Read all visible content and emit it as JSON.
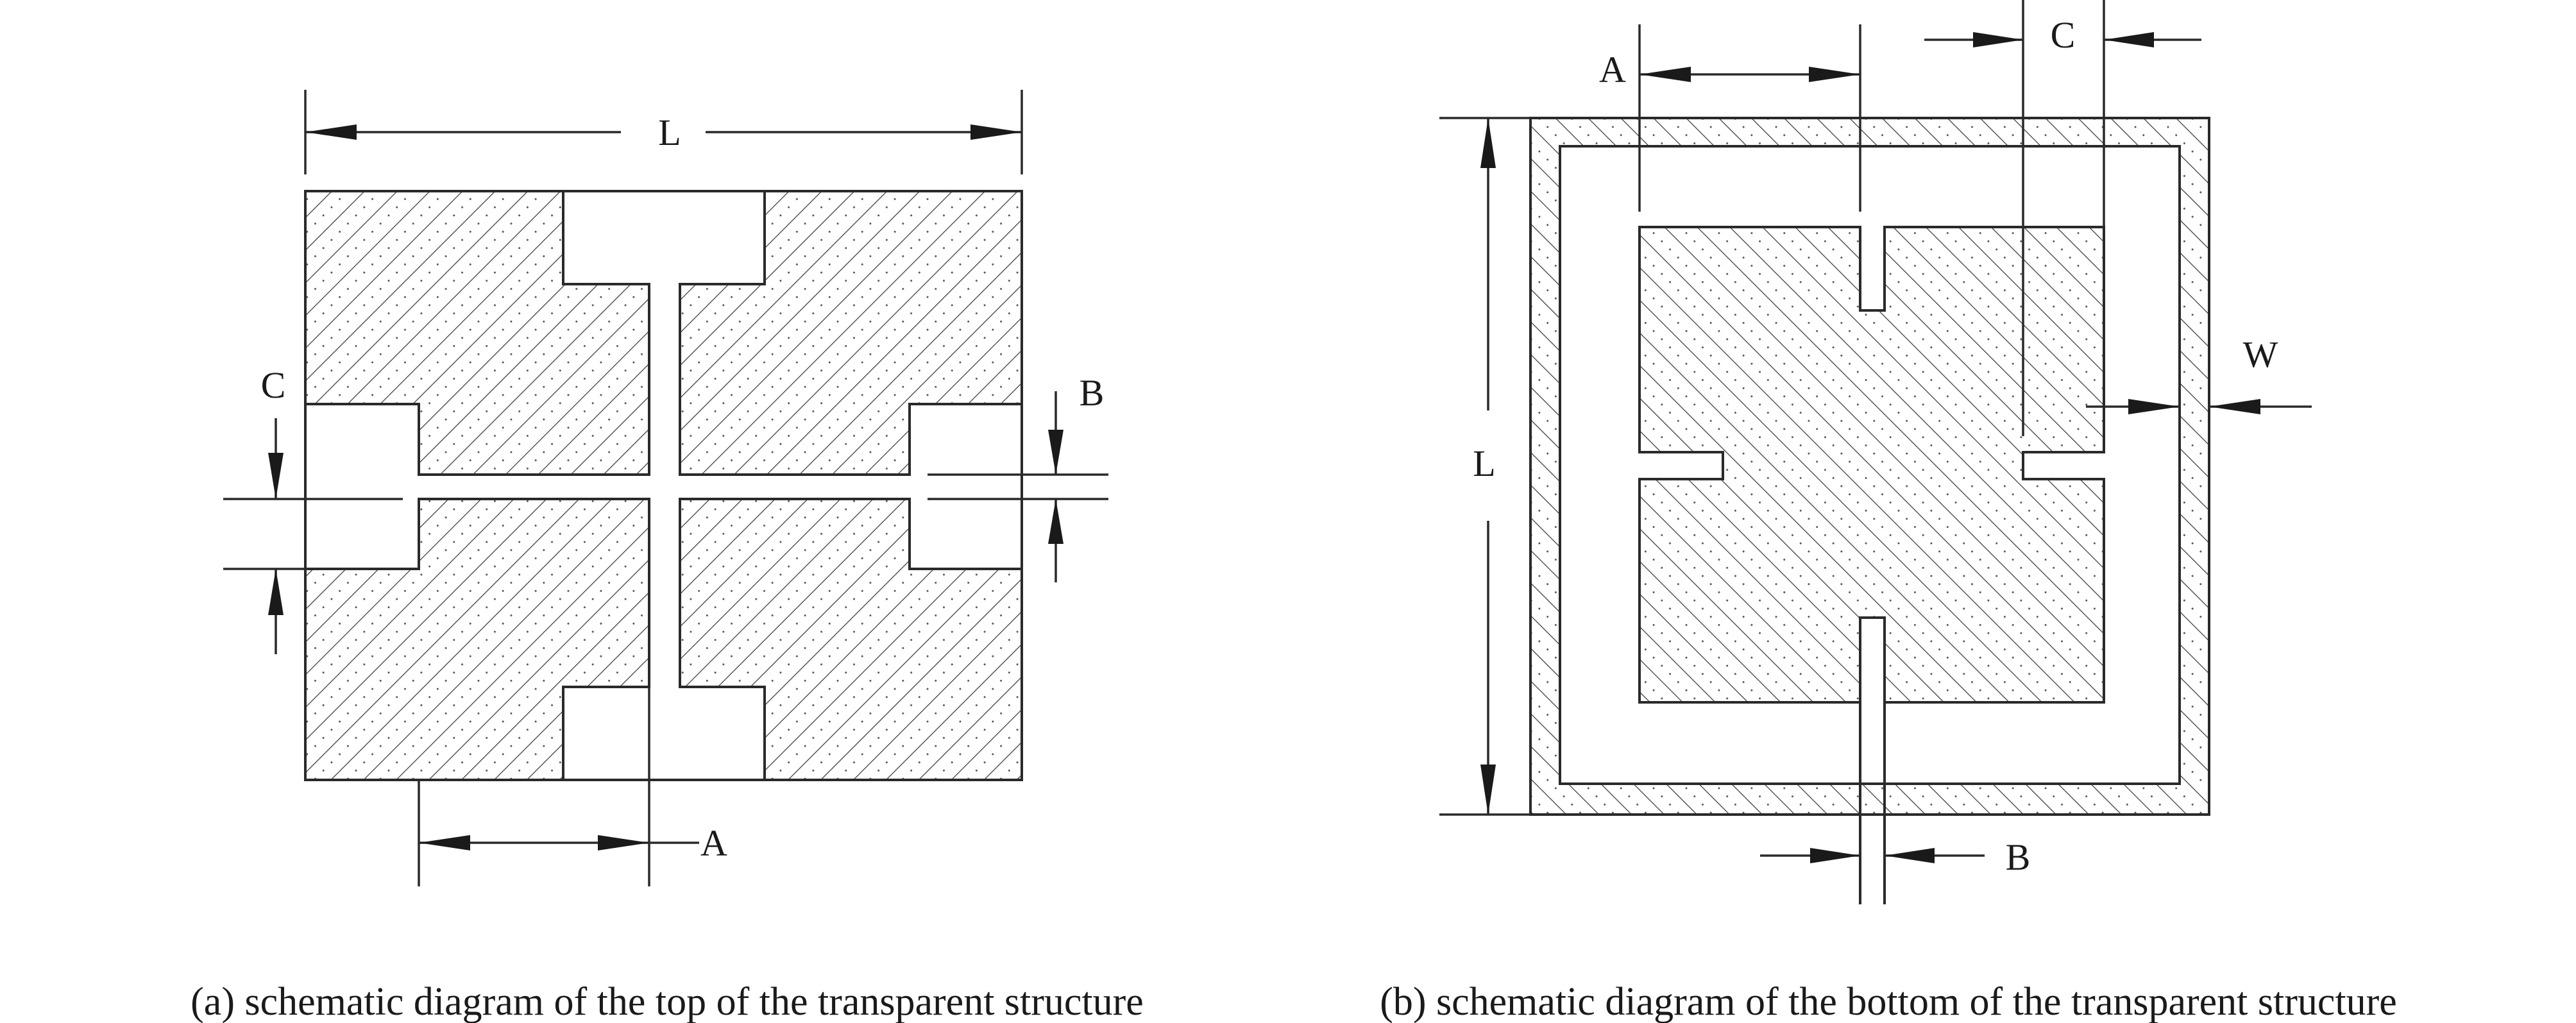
{
  "figure_a": {
    "caption": "(a) schematic diagram of the top of the transparent structure",
    "labels": {
      "L": "L",
      "A": "A",
      "B": "B",
      "C": "C"
    }
  },
  "figure_b": {
    "caption": "(b) schematic diagram of the bottom of the transparent structure",
    "labels": {
      "L": "L",
      "A": "A",
      "B": "B",
      "C": "C",
      "W": "W"
    }
  },
  "colors": {
    "line": "#2a2a2a",
    "fill": "#ffffff",
    "text": "#1a1a1a"
  }
}
